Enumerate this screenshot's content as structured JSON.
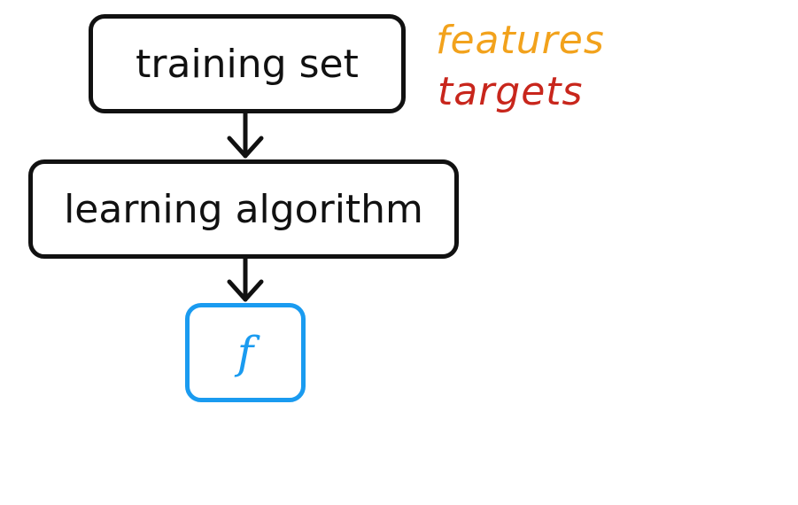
{
  "diagram": {
    "nodes": {
      "training_set": "training set",
      "learning_algorithm": "learning algorithm",
      "model": "f"
    },
    "annotations": {
      "features": {
        "text": "features",
        "color": "#f2a21c"
      },
      "targets": {
        "text": "targets",
        "color": "#c8261c"
      }
    },
    "edges": [
      {
        "from": "training_set",
        "to": "learning_algorithm"
      },
      {
        "from": "learning_algorithm",
        "to": "model"
      }
    ],
    "colors": {
      "box_border": "#111111",
      "model_border": "#1a9bf0",
      "model_text": "#1a9bf0"
    }
  }
}
